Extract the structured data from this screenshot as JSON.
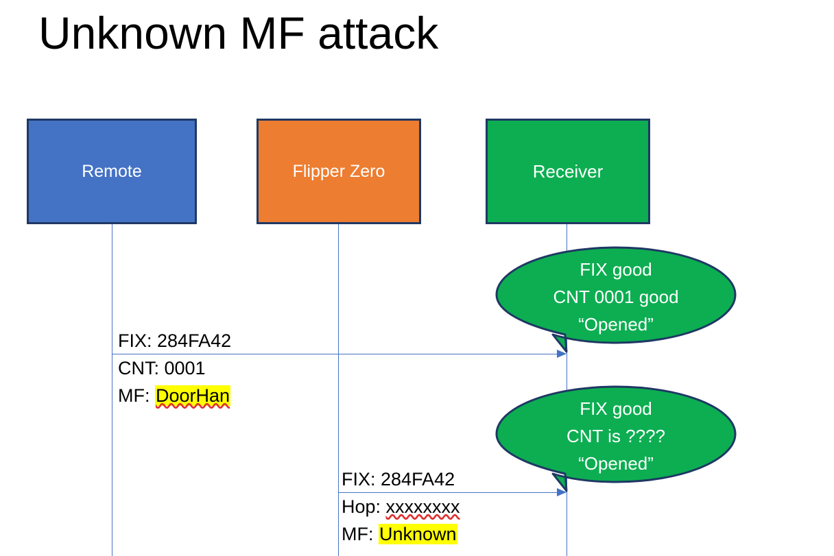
{
  "slide": {
    "title": "Unknown MF attack",
    "background_color": "#FFFFFF"
  },
  "colors": {
    "remote_fill": "#4472C4",
    "flipper_fill": "#ED7D31",
    "receiver_fill": "#0CAE51",
    "box_border": "#1F3864",
    "lifeline": "#4472C4",
    "arrow": "#4472C4",
    "highlight": "#FFFF00",
    "balloon_fill": "#0CAE51",
    "balloon_border": "#1F3864",
    "spellcheck_underline": "#E03030"
  },
  "actors": [
    {
      "id": "remote",
      "label": "Remote"
    },
    {
      "id": "flipper",
      "label": "Flipper Zero"
    },
    {
      "id": "receiver",
      "label": "Receiver"
    }
  ],
  "messages": [
    {
      "id": "msg-1",
      "from": "remote",
      "to": "receiver",
      "lines": [
        {
          "label": "FIX: ",
          "value": "284FA42",
          "highlighted": false,
          "spellcheck_error": false
        },
        {
          "label": "CNT: ",
          "value": "0001",
          "highlighted": false,
          "spellcheck_error": false
        },
        {
          "label": "MF: ",
          "value": "DoorHan",
          "highlighted": true,
          "spellcheck_error": true
        }
      ]
    },
    {
      "id": "msg-2",
      "from": "flipper",
      "to": "receiver",
      "lines": [
        {
          "label": "FIX: ",
          "value": "284FA42",
          "highlighted": false,
          "spellcheck_error": false
        },
        {
          "label": "Hop: ",
          "value": "xxxxxxxx",
          "highlighted": false,
          "spellcheck_error": true
        },
        {
          "label": "MF: ",
          "value": "Unknown",
          "highlighted": true,
          "spellcheck_error": false
        }
      ]
    }
  ],
  "balloons": [
    {
      "id": "balloon-1",
      "owner": "receiver",
      "lines": [
        "FIX good",
        "CNT 0001 good",
        "“Opened”"
      ]
    },
    {
      "id": "balloon-2",
      "owner": "receiver",
      "lines": [
        "FIX good",
        "CNT is ????",
        "“Opened”"
      ]
    }
  ]
}
